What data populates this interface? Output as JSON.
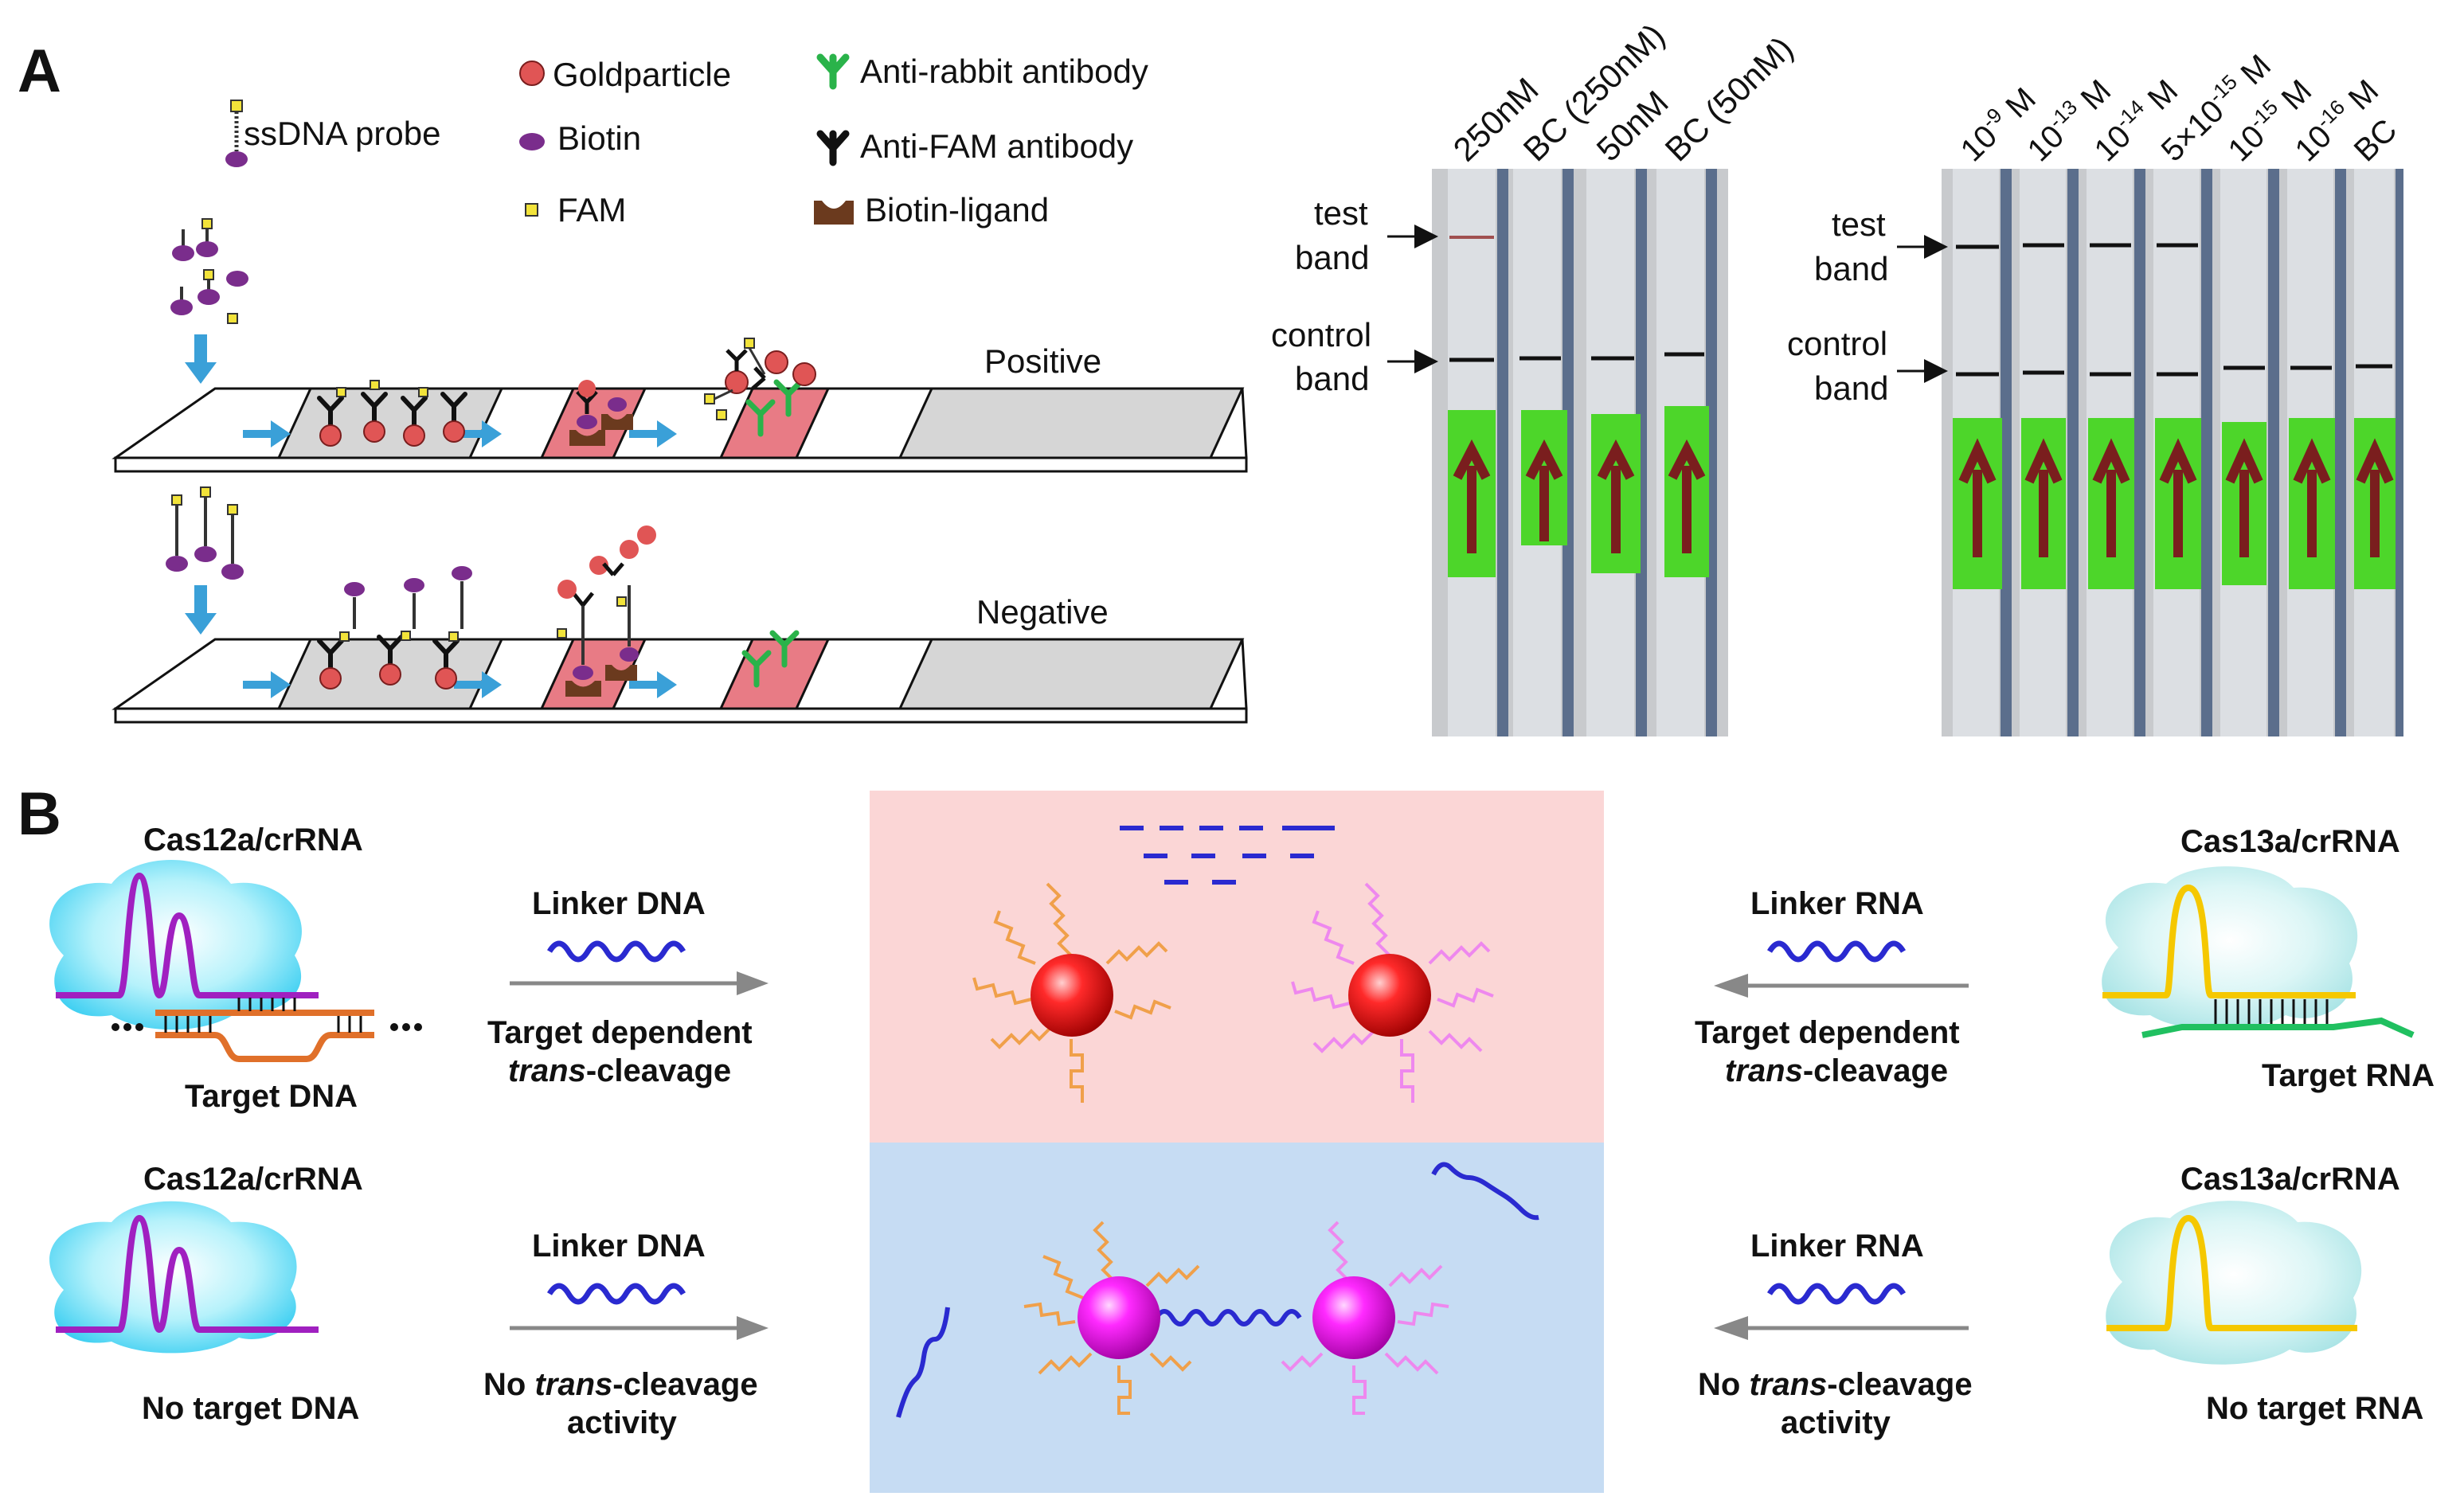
{
  "panel_a": {
    "label": "A",
    "legend": {
      "ssdna_probe": "ssDNA probe",
      "goldparticle": "Goldparticle",
      "biotin": "Biotin",
      "fam": "FAM",
      "anti_rabbit": "Anti-rabbit antibody",
      "anti_fam": "Anti-FAM antibody",
      "biotin_ligand": "Biotin-ligand"
    },
    "positive_label": "Positive",
    "negative_label": "Negative",
    "strip_photo_1": {
      "lanes": [
        "250nM",
        "BC (250nM)",
        "50nM",
        "BC (50nM)"
      ],
      "test_band": [
        "test",
        "band"
      ],
      "control_band": [
        "control",
        "band"
      ]
    },
    "strip_photo_2": {
      "lanes": [
        {
          "base": "10",
          "sup": "-9",
          "unit": " M"
        },
        {
          "base": "10",
          "sup": "-13",
          "unit": " M"
        },
        {
          "base": "10",
          "sup": "-14",
          "unit": " M"
        },
        {
          "base": "5×10",
          "sup": "-15",
          "unit": " M"
        },
        {
          "base": "10",
          "sup": "-15",
          "unit": " M"
        },
        {
          "base": "10",
          "sup": "-16",
          "unit": " M"
        },
        {
          "base": "BC",
          "sup": "",
          "unit": ""
        }
      ],
      "test_band": [
        "test",
        "band"
      ],
      "control_band": [
        "control",
        "band"
      ]
    }
  },
  "panel_b": {
    "label": "B",
    "left_top": {
      "enzyme": "Cas12a/crRNA",
      "target": "Target DNA"
    },
    "left_bottom": {
      "enzyme": "Cas12a/crRNA",
      "target": "No target DNA"
    },
    "right_top": {
      "enzyme": "Cas13a/crRNA",
      "target": "Target RNA"
    },
    "right_bottom": {
      "enzyme": "Cas13a/crRNA",
      "target": "No target RNA"
    },
    "mid_left_top": {
      "linker": "Linker DNA",
      "line1": "Target dependent",
      "line2_italic": "trans",
      "line2_rest": "-cleavage"
    },
    "mid_left_bottom": {
      "linker": "Linker DNA",
      "line1_pre": "No ",
      "line1_italic": "trans",
      "line1_rest": "-cleavage",
      "line2": "activity"
    },
    "mid_right_top": {
      "linker": "Linker RNA",
      "line1": "Target dependent",
      "line2_italic": "trans",
      "line2_rest": "-cleavage"
    },
    "mid_right_bottom": {
      "linker": "Linker RNA",
      "line1_pre": "No ",
      "line1_italic": "trans",
      "line1_rest": "-cleavage",
      "line2": "activity"
    }
  },
  "colors": {
    "gold": "#e05555",
    "biotin": "#7a2d8c",
    "fam": "#f2e33a",
    "antibody_green": "#2ab34a",
    "arrow_blue": "#3aa0d8",
    "pink_box": "#fbd6d6",
    "blue_box": "#c6dcf3",
    "linker": "#2a2ad0",
    "strip_green": "#4dd62a",
    "strip_red": "#7a1e1e"
  }
}
